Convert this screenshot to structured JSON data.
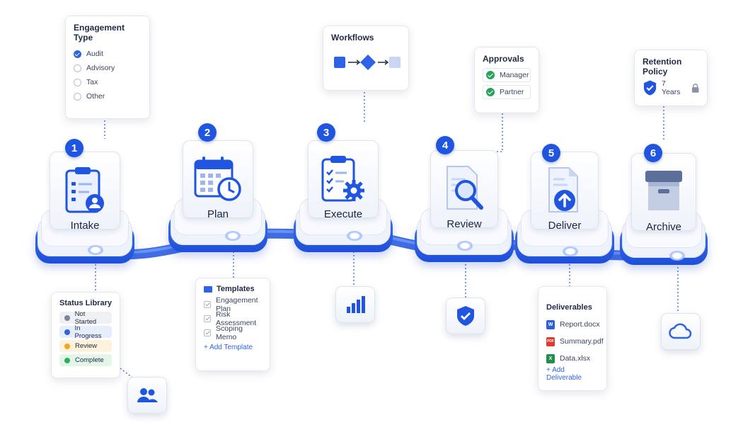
{
  "steps": [
    {
      "number": "1",
      "label": "Intake",
      "icon": "clipboard-user-icon"
    },
    {
      "number": "2",
      "label": "Plan",
      "icon": "calendar-clock-icon"
    },
    {
      "number": "3",
      "label": "Execute",
      "icon": "clipboard-gear-icon"
    },
    {
      "number": "4",
      "label": "Review",
      "icon": "document-search-icon"
    },
    {
      "number": "5",
      "label": "Deliver",
      "icon": "document-upload-icon"
    },
    {
      "number": "6",
      "label": "Archive",
      "icon": "archive-box-icon"
    }
  ],
  "engagement_type": {
    "title": "Engagement Type",
    "options": [
      {
        "label": "Audit",
        "selected": true
      },
      {
        "label": "Advisory",
        "selected": false
      },
      {
        "label": "Tax",
        "selected": false
      },
      {
        "label": "Other",
        "selected": false
      }
    ]
  },
  "workflows": {
    "title": "Workflows"
  },
  "approvals": {
    "title": "Approvals",
    "items": [
      "Manager",
      "Partner"
    ]
  },
  "retention": {
    "title": "Retention Policy",
    "value": "7 Years"
  },
  "status_library": {
    "title": "Status Library",
    "items": [
      {
        "label": "Not Started",
        "dot": "#7d8596",
        "bg": "#eef0f4"
      },
      {
        "label": "In Progress",
        "dot": "#2f63e6",
        "bg": "#e6edfc"
      },
      {
        "label": "Review",
        "dot": "#f2a81d",
        "bg": "#fdf2dc"
      },
      {
        "label": "Complete",
        "dot": "#2bb15c",
        "bg": "#e2f5e8"
      }
    ]
  },
  "templates": {
    "title": "Templates",
    "items": [
      "Engagement Plan",
      "Risk Assessment",
      "Scoping Memo"
    ],
    "add_label": "+ Add Template"
  },
  "deliverables": {
    "title": "Deliverables",
    "files": [
      {
        "name": "Report.docx",
        "type": "W",
        "color": "#2b5fd9"
      },
      {
        "name": "Summary.pdf",
        "type": "PDF",
        "color": "#e03a2f"
      },
      {
        "name": "Data.xlsx",
        "type": "X",
        "color": "#1f8f4d"
      }
    ],
    "add_label": "+ Add Deliverable"
  },
  "bottom_icons": [
    "users-icon",
    "bar-chart-icon",
    "shield-check-icon",
    "cloud-icon"
  ],
  "colors": {
    "primary": "#1f55df",
    "accent": "#3f73ef",
    "success": "#27a35a"
  }
}
